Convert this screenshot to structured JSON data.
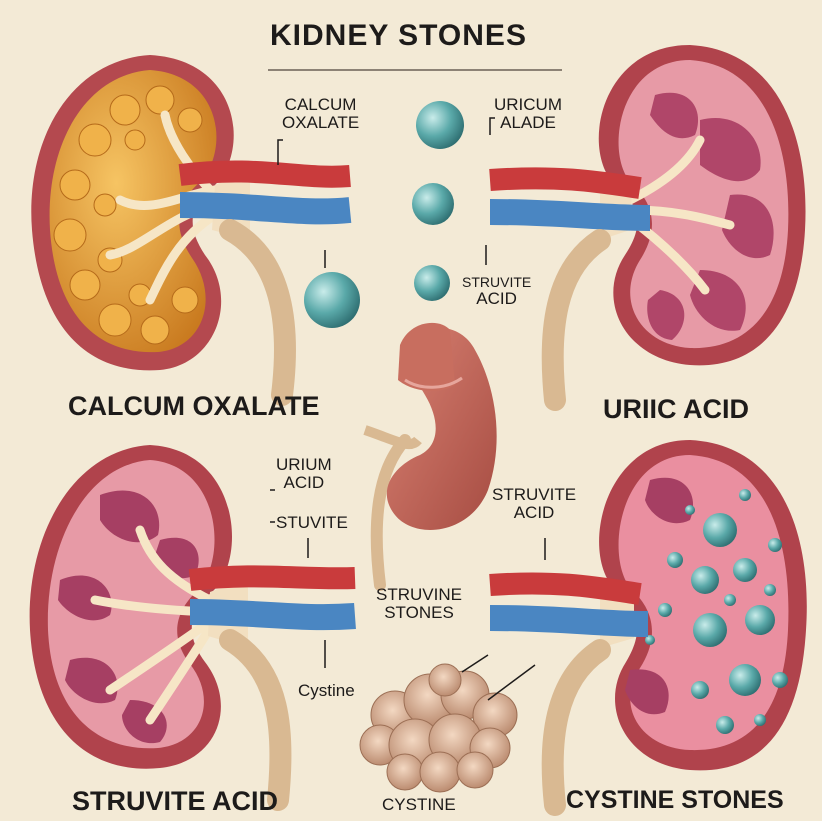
{
  "title": "KIDNEY STONES",
  "labels": {
    "calcium_oxalate_small_1": "CALCUM",
    "calcium_oxalate_small_2": "OXALATE",
    "uric_alade_1": "URICUM",
    "uric_alade_2": "ALADE",
    "struvite_acid_top_1": "STRUVITE",
    "struvite_acid_top_2": "ACID",
    "calcium_oxalate_big": "CALCUM OXALATE",
    "uric_acid_big": "URIIC ACID",
    "urium_acid_1": "URIUM",
    "urium_acid_2": "ACID",
    "stuvite": "STUVITE",
    "struvite_acid_mid_1": "STRUVITE",
    "struvite_acid_mid_2": "ACID",
    "struvine_stones_1": "STRUVINE",
    "struvine_stones_2": "STONES",
    "cystine_small": "Cystine",
    "struvite_acid_big": "STRUVITE ACID",
    "cystine_bottom": "CYSTINE",
    "cystine_stones_big": "CYSTINE STONES"
  },
  "colors": {
    "background": "#f3ead6",
    "kidney_pink": "#e79aa6",
    "kidney_edge": "#a8434f",
    "kidney_orange": "#e8a23a",
    "artery": "#c93b3c",
    "vein": "#4a86c2",
    "ureter": "#d9b992",
    "stone_teal": "#58a7a7",
    "bladder": "#c56a5c"
  }
}
